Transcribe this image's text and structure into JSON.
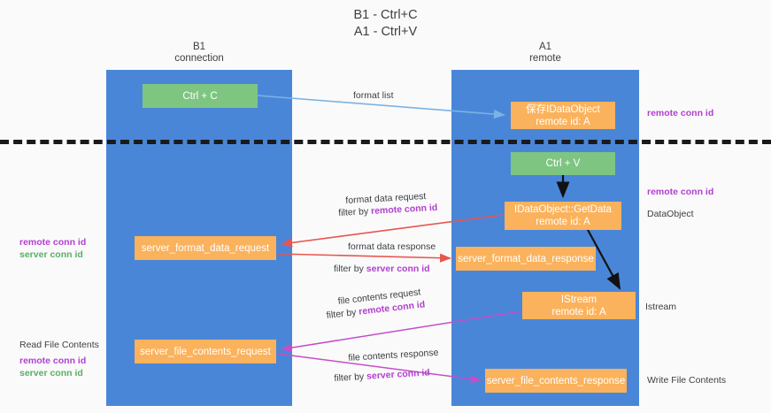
{
  "title": "B1 - Ctrl+C\nA1 - Ctrl+V",
  "lanes": [
    {
      "name": "b1",
      "header": "B1\nconnection",
      "color": "#4a86d8"
    },
    {
      "name": "a1",
      "header": "A1\nremote",
      "color": "#4a86d8"
    }
  ],
  "colors": {
    "lane": "#4a86d8",
    "green_node": "#7ec582",
    "orange_node": "#fbb25c",
    "remote_conn_id": "#b23fd0",
    "server_conn_id": "#58b064",
    "arrow_blue": "#7ab3e5",
    "arrow_red": "#e8554f",
    "arrow_magenta": "#c44ec9",
    "arrow_black": "#111111",
    "divider": "#1a1a1a"
  },
  "nodes": {
    "ctrl_c": "Ctrl + C",
    "save_idataobject": "保存IDataObject\nremote id: A",
    "ctrl_v": "Ctrl + V",
    "getdata": "IDataObject::GetData\nremote id: A",
    "server_format_data_request": "server_format_data_request",
    "server_format_data_response": "server_format_data_response",
    "istream": "IStream\nremote id: A",
    "server_file_contents_request": "server_file_contents_request",
    "server_file_contents_response": "server_file_contents_response"
  },
  "right_labels": {
    "remote_conn_id_top": "remote conn id",
    "remote_conn_id_mid": "remote conn id",
    "dataobject": "DataObject",
    "istream": "Istream",
    "write_file_contents": "Write File Contents"
  },
  "left_labels": {
    "remote_conn_id_1": "remote conn id",
    "server_conn_id_1": "server conn id",
    "read_file_contents": "Read File Contents",
    "remote_conn_id_2": "remote conn id",
    "server_conn_id_2": "server conn id"
  },
  "arrow_captions": {
    "format_list": "format list",
    "format_data_request": "format data request",
    "filter_by": "filter by ",
    "remote_conn_id": "remote conn id",
    "format_data_response": "format data response",
    "server_conn_id": "server conn id",
    "file_contents_request": "file contents request",
    "file_contents_response": "file contents response"
  }
}
